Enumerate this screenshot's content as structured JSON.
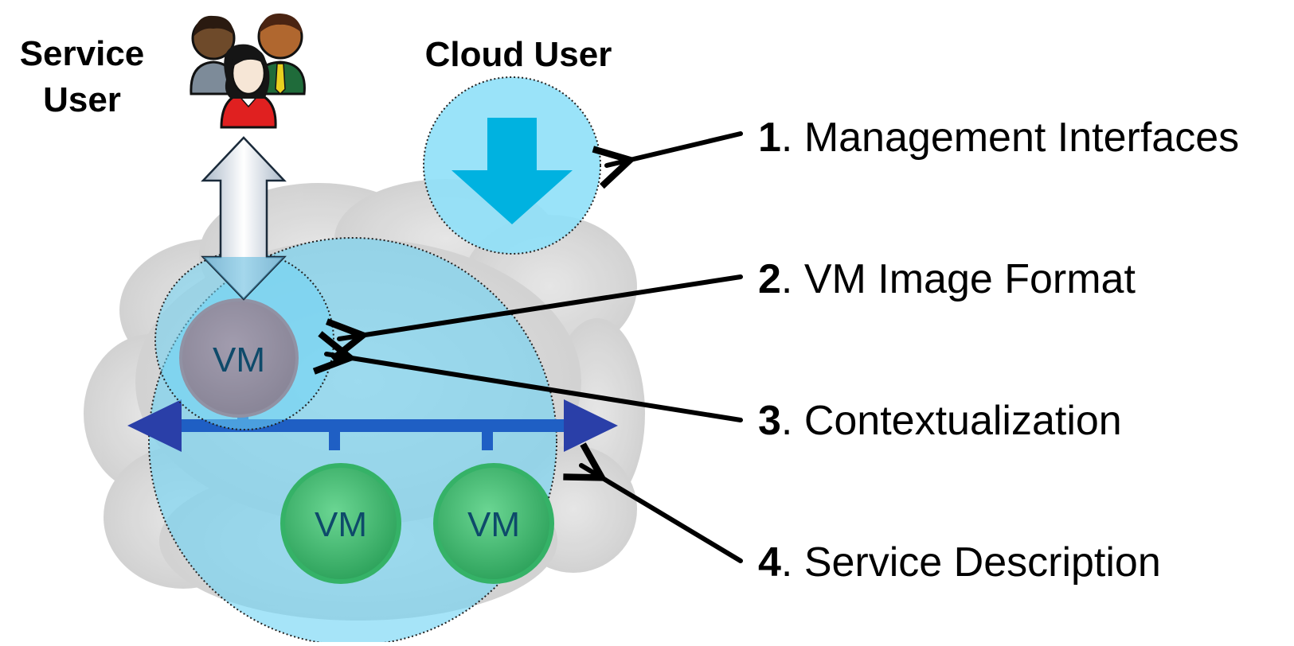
{
  "actors": {
    "service_user": {
      "line1": "Service",
      "line2": "User"
    },
    "cloud_user": {
      "label": "Cloud User"
    }
  },
  "vm_label": "VM",
  "items": [
    {
      "num": "1",
      "text": ". Management Interfaces"
    },
    {
      "num": "2",
      "text": ". VM Image Format"
    },
    {
      "num": "3",
      "text": ". Contextualization"
    },
    {
      "num": "4",
      "text": ". Service Description"
    }
  ],
  "colors": {
    "cloud_gray": "#d6d6d6",
    "bubble_cyan": "#6fd4f4",
    "arrow_cyan": "#00b2e0",
    "network_blue": "#1f5fc4",
    "vm_green": "#3cb371",
    "vm_red": "#c0392b",
    "person_red": "#e02020",
    "person_green": "#1f6b3a"
  }
}
